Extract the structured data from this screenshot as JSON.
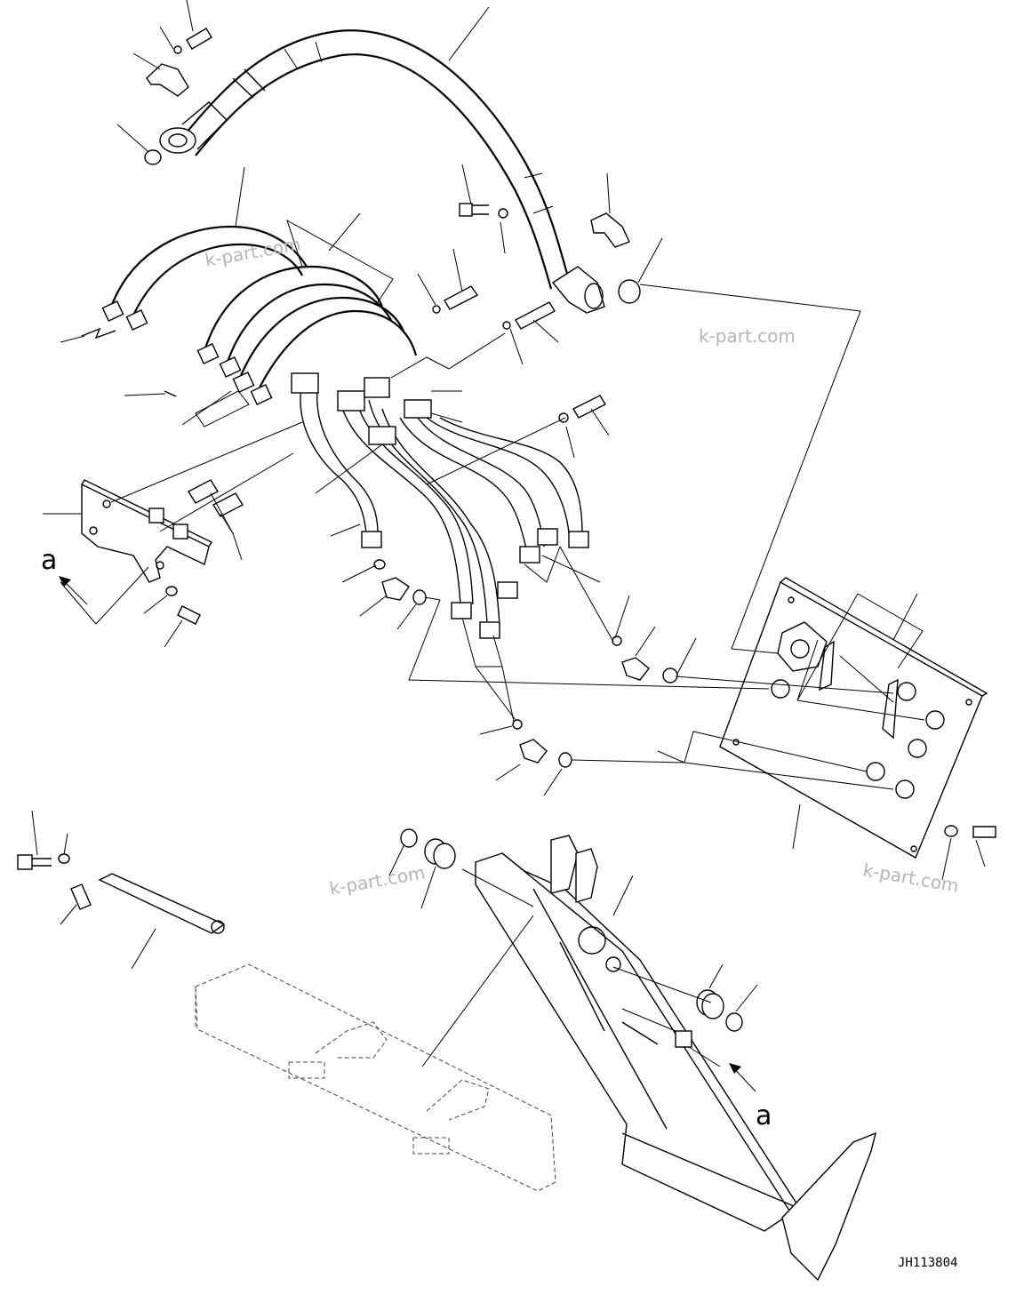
{
  "drawing": {
    "drawing_code": "JH113804",
    "watermarks": [
      "k-part.com",
      "k-part.com",
      "k-part.com",
      "k-part.com"
    ],
    "view_markers": [
      "a",
      "a"
    ]
  }
}
